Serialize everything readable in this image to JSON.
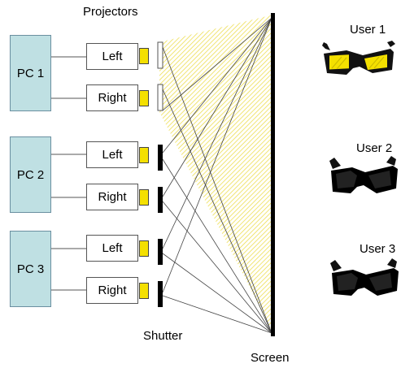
{
  "labels": {
    "projectors": "Projectors",
    "shutter": "Shutter",
    "screen": "Screen"
  },
  "pcs": [
    {
      "label": "PC 1"
    },
    {
      "label": "PC 2"
    },
    {
      "label": "PC 3"
    }
  ],
  "projectors": [
    {
      "label": "Left"
    },
    {
      "label": "Right"
    },
    {
      "label": "Left"
    },
    {
      "label": "Right"
    },
    {
      "label": "Left"
    },
    {
      "label": "Right"
    }
  ],
  "users": [
    {
      "label": "User 1",
      "glasses": "yellow-lens-glasses-icon"
    },
    {
      "label": "User 2",
      "glasses": "black-shutter-glasses-icon"
    },
    {
      "label": "User 3",
      "glasses": "black-shutter-glasses-icon"
    }
  ],
  "colors": {
    "pc_fill": "#bfe0e3",
    "lens_yellow": "#f4e000",
    "beam_yellow": "#f0e060",
    "shutter_black": "#000000"
  }
}
